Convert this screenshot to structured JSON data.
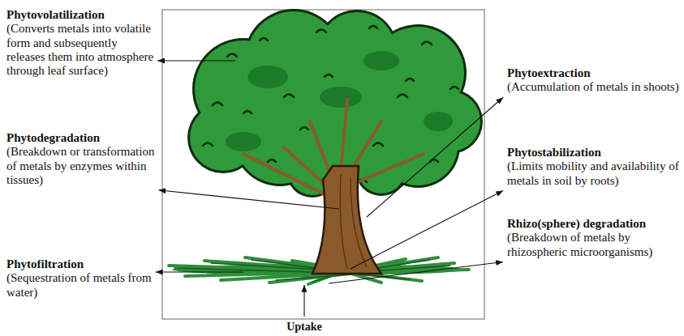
{
  "diagram": {
    "labels": [
      "Phytovolatilization",
      "(Converts metals into volatile form and subsequently releases them into atmosphere through leaf surface)",
      "Phytoextraction",
      "(Accumulation of metals in shoots)",
      "Phytodegradation",
      "(Breakdown or transformation of metals by enzymes within tissues)",
      "Phytostabilization",
      "(Limits mobility and availability of metals in soil by roots)",
      "Phytofiltration",
      "(Sequestration of metals from water)",
      "Rhizo(sphere) degradation",
      "(Breakdown of metals by rhizospheric microorganisms)",
      "Uptake"
    ]
  }
}
